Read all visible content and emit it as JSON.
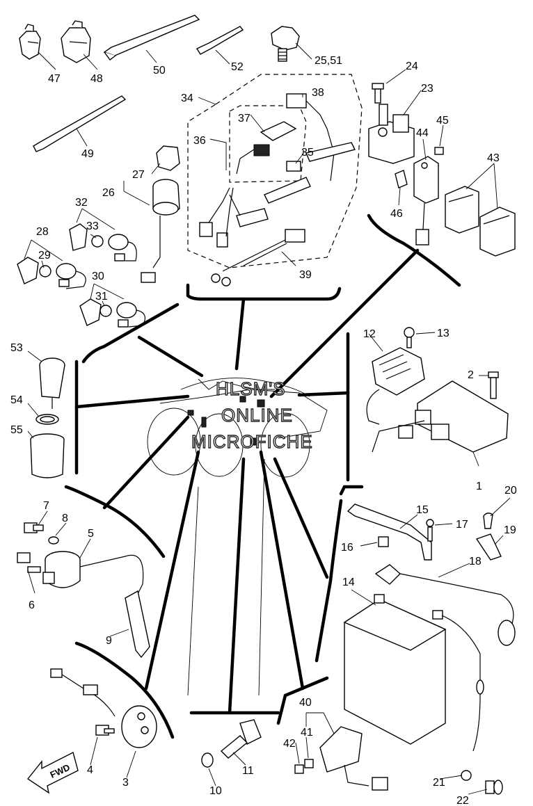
{
  "labels": {
    "p1": "1",
    "p2": "2",
    "p3": "3",
    "p4": "4",
    "p5": "5",
    "p6": "6",
    "p7": "7",
    "p8": "8",
    "p9": "9",
    "p10": "10",
    "p11": "11",
    "p12": "12",
    "p13": "13",
    "p14": "14",
    "p15": "15",
    "p16": "16",
    "p17": "17",
    "p18": "18",
    "p19": "19",
    "p20": "20",
    "p21": "21",
    "p22": "22",
    "p23": "23",
    "p24": "24",
    "p25_51": "25,51",
    "p26": "26",
    "p27": "27",
    "p28": "28",
    "p29": "29",
    "p30": "30",
    "p31": "31",
    "p32": "32",
    "p33": "33",
    "p34": "34",
    "p35": "35",
    "p36": "36",
    "p37": "37",
    "p38": "38",
    "p39": "39",
    "p40": "40",
    "p41": "41",
    "p42": "42",
    "p43": "43",
    "p44": "44",
    "p45": "45",
    "p46": "46",
    "p47": "47",
    "p48": "48",
    "p49": "49",
    "p50": "50",
    "p52": "52",
    "p53": "53",
    "p54": "54",
    "p55": "55"
  },
  "watermark": {
    "line1": "HLSM'S",
    "line2": "ONLINE",
    "line3": "MICROFICHE"
  },
  "fwd_arrow": {
    "label": "FWD",
    "icon": "fwd-arrow-icon"
  }
}
